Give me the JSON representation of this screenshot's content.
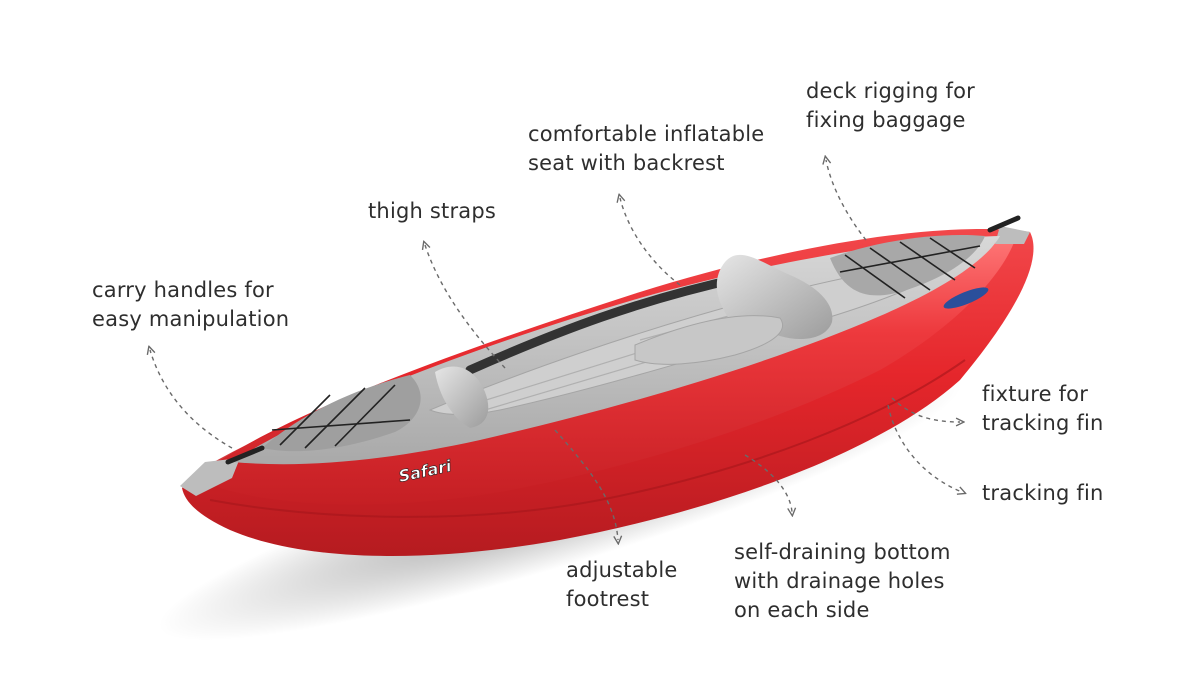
{
  "colors": {
    "hull": "#e5262b",
    "hull_dark": "#b51b20",
    "deck_gray": "#b9b9b9",
    "text": "#2e2e2e",
    "arrow": "#6a6a6a"
  },
  "brand": "Safari",
  "callouts": {
    "deck_rigging": [
      "deck rigging for",
      "fixing baggage"
    ],
    "seat": [
      "comfortable inflatable",
      "seat with backrest"
    ],
    "thigh_straps": [
      "thigh straps"
    ],
    "carry_handles": [
      "carry handles for",
      "easy manipulation"
    ],
    "fixture_fin": [
      "fixture for",
      "tracking fin"
    ],
    "tracking_fin": [
      "tracking fin"
    ],
    "footrest": [
      "adjustable",
      "footrest"
    ],
    "drain_bottom": [
      "self-draining bottom",
      "with drainage holes",
      "on each side"
    ]
  }
}
